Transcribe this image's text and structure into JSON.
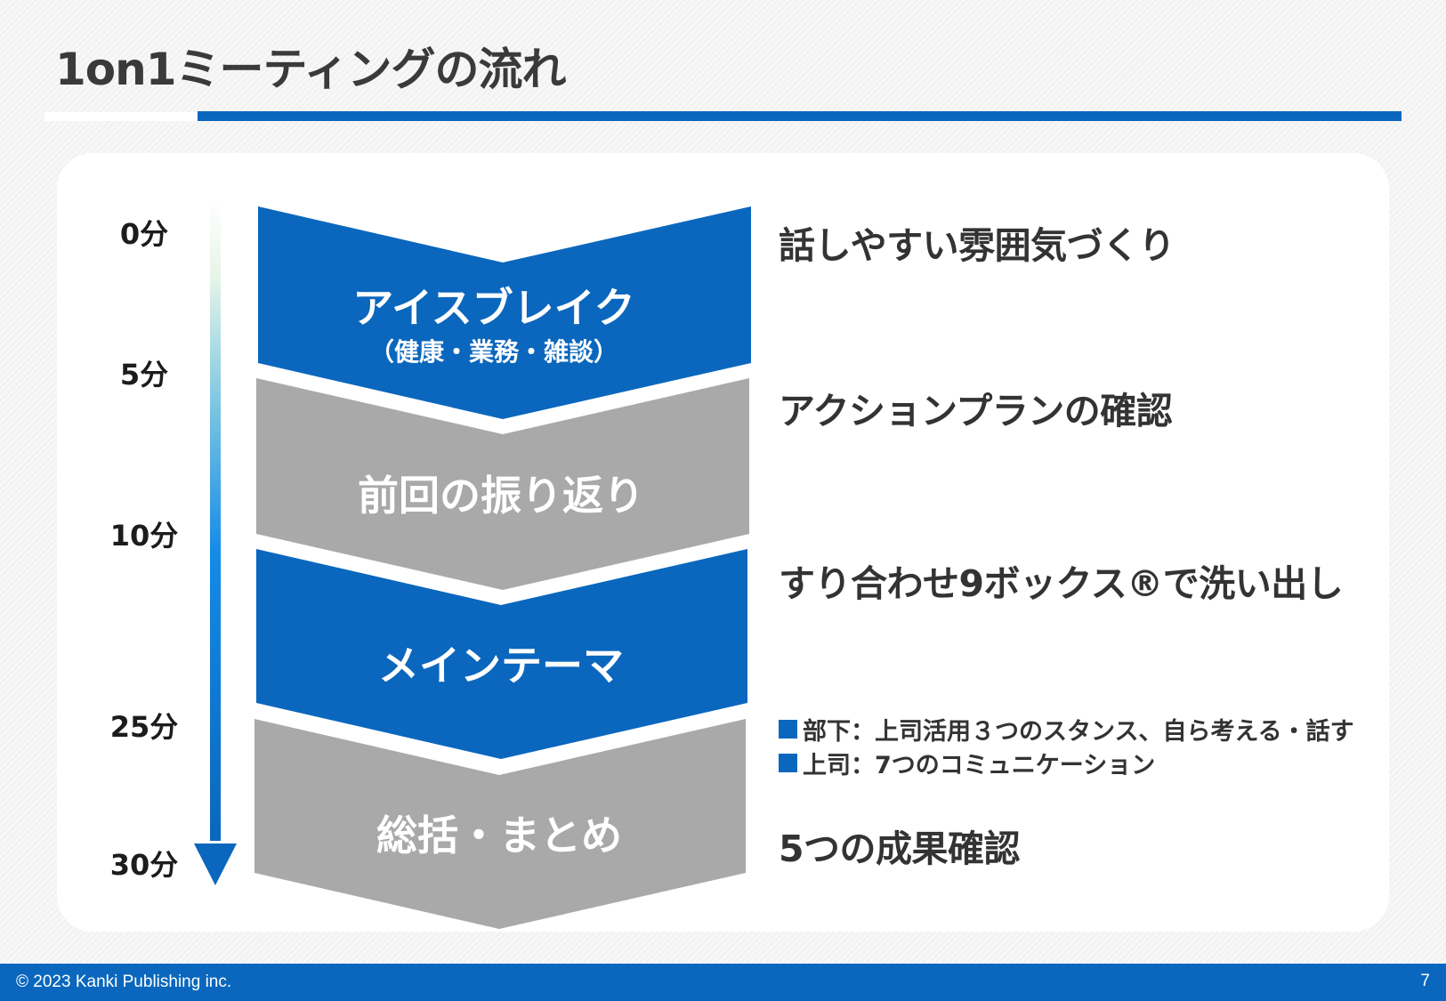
{
  "title": "1on1ミーティングの流れ",
  "colors": {
    "blue": "#0a67bd",
    "gray": "#a9a9a9",
    "text": "#333333"
  },
  "timeline": {
    "labels": [
      "0分",
      "5分",
      "10分",
      "25分",
      "30分"
    ]
  },
  "steps": [
    {
      "title": "アイスブレイク",
      "subtitle": "（健康・業務・雑談）",
      "color": "blue"
    },
    {
      "title": "前回の振り返り",
      "subtitle": "",
      "color": "gray"
    },
    {
      "title": "メインテーマ",
      "subtitle": "",
      "color": "blue"
    },
    {
      "title": "総括・まとめ",
      "subtitle": "",
      "color": "gray"
    }
  ],
  "descriptions": {
    "step1": "話しやすい雰囲気づくり",
    "step2": "アクションプランの確認",
    "step3": "すり合わせ9ボックス®で洗い出し",
    "step3_bullets": [
      "部下：上司活用３つのスタンス、自ら考える・話す",
      "上司：7つのコミュニケーション"
    ],
    "step4": "5つの成果確認"
  },
  "footer": {
    "copyright": "©  2023 Kanki Publishing inc.",
    "page": "7"
  }
}
